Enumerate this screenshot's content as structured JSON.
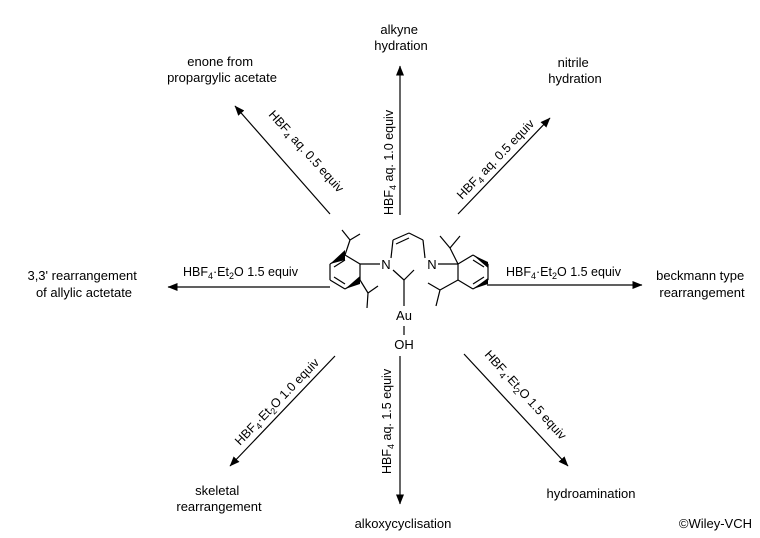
{
  "diagram": {
    "catalyst_atoms": {
      "n_left": "N",
      "n_right": "N",
      "metal": "Au",
      "ligand": "OH"
    },
    "reactions": [
      {
        "product_lines": [
          "alkyne",
          "hydration"
        ],
        "condition": {
          "pre": "HBF",
          "sub": "4",
          "post": " aq. 1.0 equiv"
        }
      },
      {
        "product_lines": [
          "nitrile",
          "hydration"
        ],
        "condition": {
          "pre": "HBF",
          "sub": "4",
          "post": " aq. 0.5 equiv"
        }
      },
      {
        "product_lines": [
          "beckmann type",
          "rearrangement"
        ],
        "condition": {
          "pre": "HBF",
          "sub": "4",
          "mid": "·Et",
          "sub2": "2",
          "post": "O 1.5 equiv"
        }
      },
      {
        "product_lines": [
          "hydroamination"
        ],
        "condition": {
          "pre": "HBF",
          "sub": "4",
          "mid": "·Et",
          "sub2": "2",
          "post": "O 1.5 equiv"
        }
      },
      {
        "product_lines": [
          "alkoxycyclisation"
        ],
        "condition": {
          "pre": "HBF",
          "sub": "4",
          "post": " aq. 1.5 equiv"
        }
      },
      {
        "product_lines": [
          "skeletal",
          "rearrangement"
        ],
        "condition": {
          "pre": "HBF",
          "sub": "4",
          "mid": "·Et",
          "sub2": "2",
          "post": "O 1.0 equiv"
        }
      },
      {
        "product_lines": [
          "3,3' rearrangement",
          "of allylic actetate"
        ],
        "condition": {
          "pre": "HBF",
          "sub": "4",
          "mid": "·Et",
          "sub2": "2",
          "post": "O 1.5 equiv"
        }
      },
      {
        "product_lines": [
          "enone from",
          "propargylic acetate"
        ],
        "condition": {
          "pre": "HBF",
          "sub": "4",
          "post": " aq. 0.5 equiv"
        }
      }
    ]
  },
  "copyright": "©Wiley-VCH"
}
